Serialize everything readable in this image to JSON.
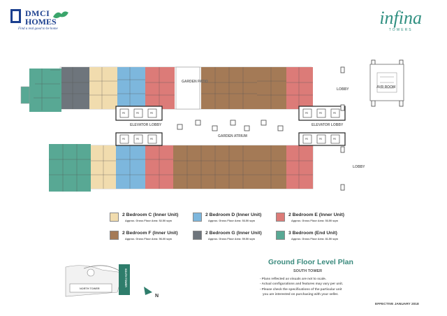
{
  "brand": {
    "logo_line1": "DMCI",
    "logo_line2": "HOMES",
    "tagline": "Find a real good to be home",
    "project_name": "infina",
    "project_sub": "TOWERS"
  },
  "plan": {
    "labels": {
      "garden_patio": "GARDEN PATIO",
      "elevator_lobby_left": "ELEVATOR LOBBY",
      "elevator_lobby_right": "ELEVATOR LOBBY",
      "garden_atrium": "GARDEN ATRIUM",
      "lobby_top": "LOBBY",
      "lobby_bottom": "LOBBY",
      "avr_room": "AVR ROOM"
    },
    "elevator_tags": [
      "PE",
      "PE",
      "PE",
      "PE",
      "PE",
      "PE",
      "PE",
      "PE",
      "PE",
      "PE",
      "PE",
      "PE"
    ],
    "colors": {
      "bedroom2c": "#f1dcae",
      "bedroom2d": "#7db7dd",
      "bedroom2e": "#dc7b78",
      "bedroom2f": "#a47a56",
      "bedroom2g": "#6e757c",
      "bedroom3": "#58a894"
    }
  },
  "legend": [
    {
      "name": "2 Bedroom C (Inner Unit)",
      "area": "Approx. Gross Floor Area: 52.50 sqm",
      "color": "#f1dcae"
    },
    {
      "name": "2 Bedroom D (Inner Unit)",
      "area": "Approx. Gross Floor Area: 53.50 sqm",
      "color": "#7db7dd"
    },
    {
      "name": "2 Bedroom E (Inner Unit)",
      "area": "Approx. Gross Floor Area: 53.50 sqm",
      "color": "#dc7b78"
    },
    {
      "name": "2 Bedroom F (Inner Unit)",
      "area": "Approx. Gross Floor Area: 56.00 sqm",
      "color": "#a47a56"
    },
    {
      "name": "2 Bedroom G (Inner Unit)",
      "area": "Approx. Gross Floor Area: 59.50 sqm",
      "color": "#6e757c"
    },
    {
      "name": "3 Bedroom (End Unit)",
      "area": "Approx. Gross Floor Area: 81.50 sqm",
      "color": "#58a894"
    }
  ],
  "keymap": {
    "north_tower": "NORTH TOWER",
    "south_tower": "SOUTH TOWER",
    "compass": "N"
  },
  "title": "Ground Floor Level Plan",
  "subtitle": "SOUTH TOWER",
  "notes": [
    "- Plans reflected as visuals are not to scale.",
    "- Actual configurations and features may vary per unit.",
    "- Please check the specifications of the particular unit",
    "  you are interested on purchasing with your seller."
  ],
  "effective": "EFFECTIVE JANUARY 2018"
}
